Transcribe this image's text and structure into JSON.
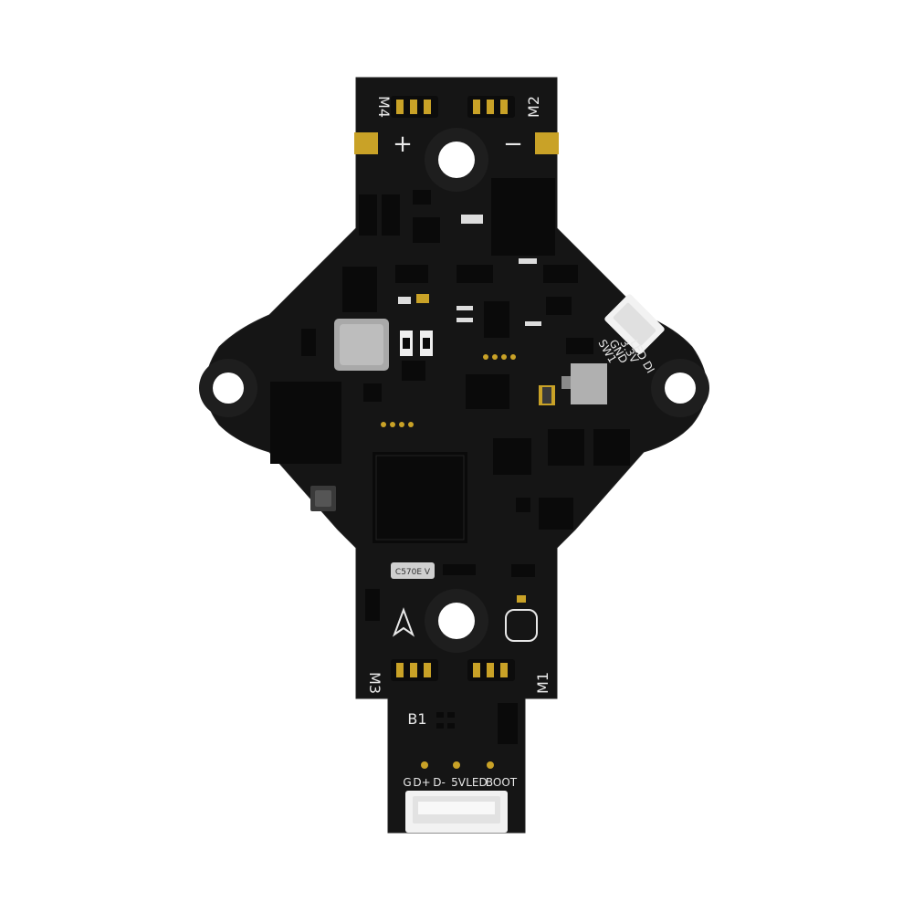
{
  "board": {
    "colors": {
      "pcb": "#151515",
      "pcb_edge": "#202020",
      "gold": "#c9a227",
      "chip": "#0a0a0a",
      "silk": "#e8e8e8",
      "inductor": "#a9a9a9",
      "connector": "#f2f2f2"
    },
    "motor_labels": [
      "M4",
      "M2",
      "M3",
      "M1"
    ],
    "polarity": {
      "plus": "+",
      "minus": "−"
    },
    "led_header_labels": [
      "SW1",
      "GND",
      "3.3V",
      "LED DI"
    ],
    "button_label": "B1",
    "usb_header_labels": [
      "G",
      "D+",
      "D-",
      "5V",
      "LED",
      "BOOT"
    ],
    "crystal_marking": "C570E V"
  }
}
